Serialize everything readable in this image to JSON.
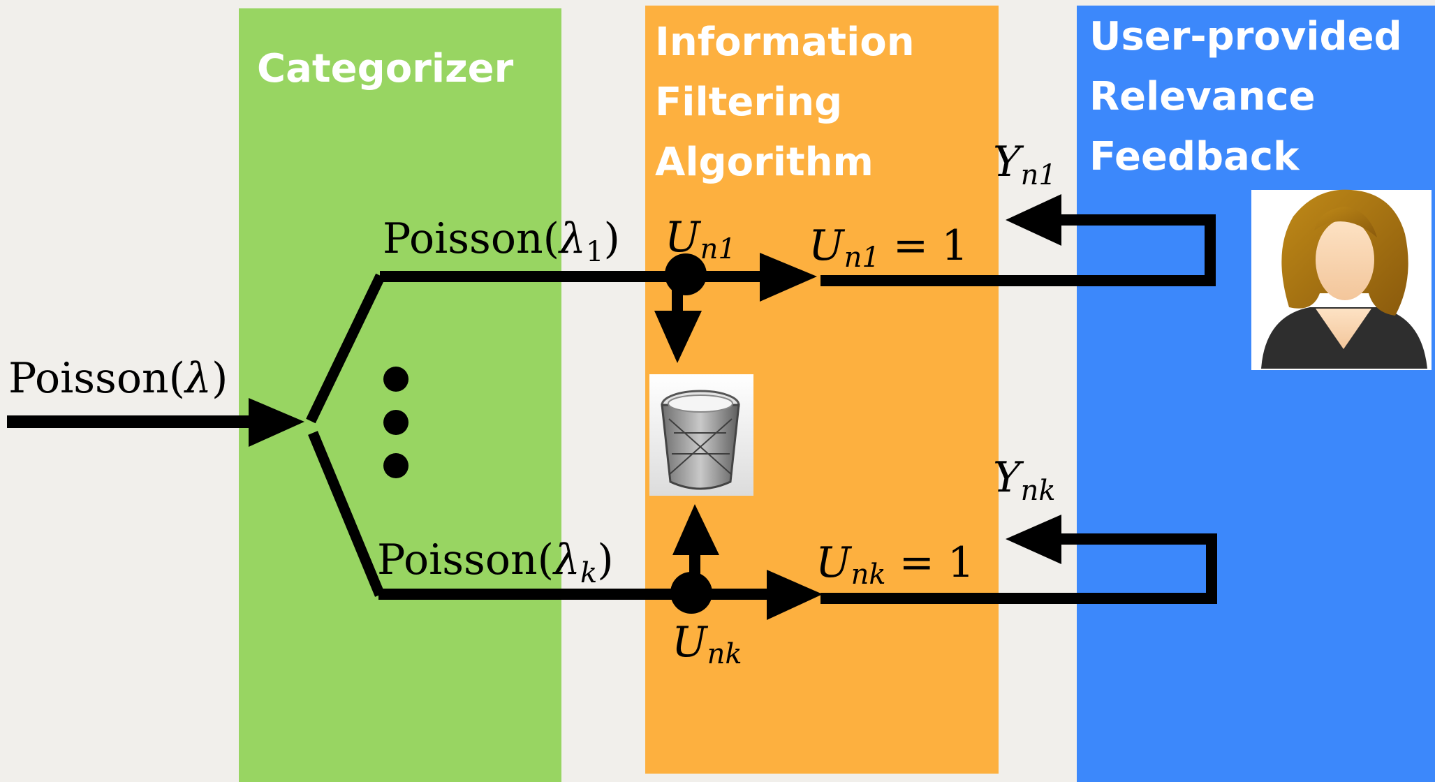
{
  "panels": {
    "categorizer": {
      "title": "Categorizer",
      "color": "#98d562"
    },
    "filtering": {
      "title_lines": [
        "Information",
        "Filtering",
        "Algorithm"
      ],
      "color": "#fdb03f"
    },
    "feedback": {
      "title_lines": [
        "User-provided",
        "Relevance",
        "Feedback"
      ],
      "color": "#3c88fb"
    }
  },
  "labels": {
    "input": {
      "text": "Poisson(",
      "symbol": "λ",
      "close": ")"
    },
    "branch_1": {
      "text": "Poisson(",
      "symbol": "λ",
      "sub": "1",
      "close": ")"
    },
    "branch_k": {
      "text": "Poisson(",
      "symbol": "λ",
      "sub": "k",
      "close": ")"
    },
    "u_n1": {
      "var": "U",
      "sub": "n1"
    },
    "u_nk": {
      "var": "U",
      "sub": "nk"
    },
    "u_n1_eq": {
      "var": "U",
      "sub": "n1",
      "rest": " = 1"
    },
    "u_nk_eq": {
      "var": "U",
      "sub": "nk",
      "rest": " = 1"
    },
    "y_n1": {
      "var": "Y",
      "sub": "n1"
    },
    "y_nk": {
      "var": "Y",
      "sub": "nk"
    }
  },
  "icons": {
    "trash": "trash-can-icon",
    "user": "user-avatar-icon"
  }
}
